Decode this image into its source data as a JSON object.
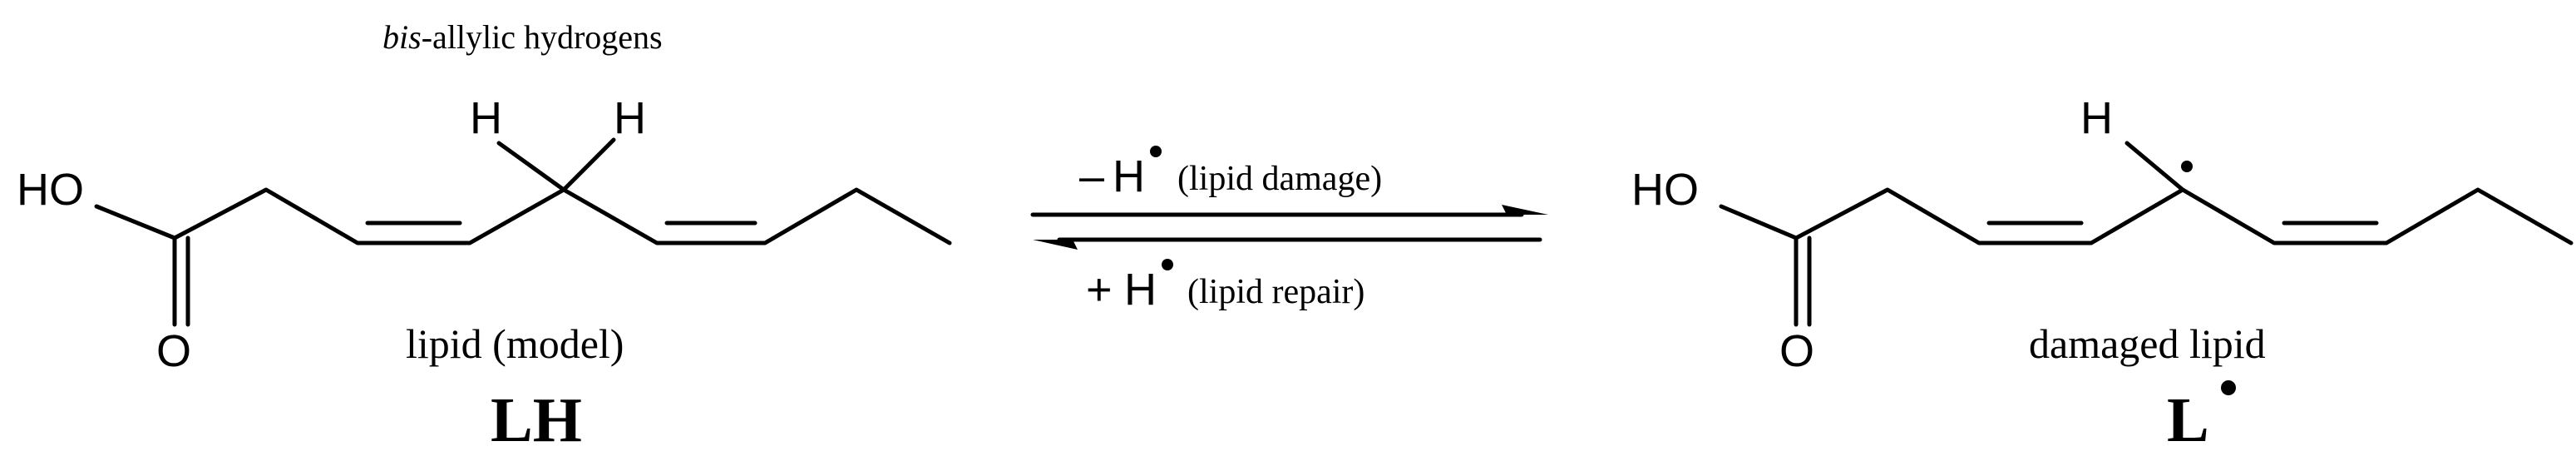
{
  "annotation": {
    "italic": "bis",
    "rest": "-allylic hydrogens"
  },
  "atoms": {
    "ho": "HO",
    "o": "O",
    "h": "H"
  },
  "left": {
    "caption": "lipid (model)",
    "label": "LH"
  },
  "right": {
    "caption": "damaged lipid",
    "label": "L"
  },
  "radical_dot": "•",
  "forward": {
    "sign": "–",
    "atom": "H",
    "note": "(lipid damage)"
  },
  "reverse": {
    "sign": "+",
    "atom": "H",
    "note": "(lipid repair)"
  }
}
